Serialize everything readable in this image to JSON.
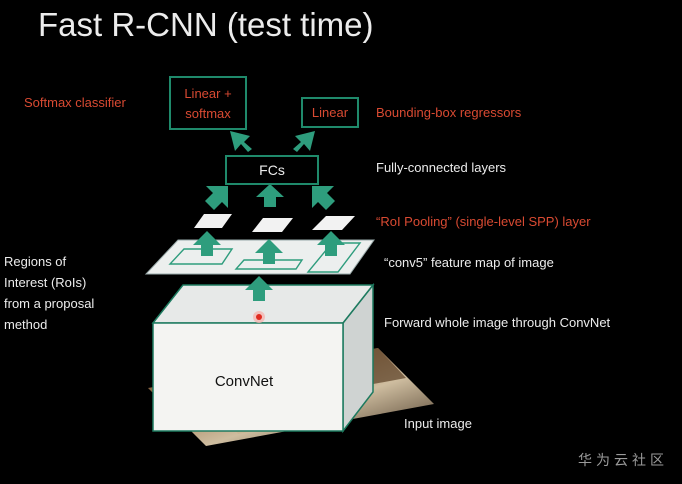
{
  "slide": {
    "title": "Fast R-CNN (test time)",
    "watermark": "华为云社区"
  },
  "diagram": {
    "nodes": {
      "linear_softmax": [
        "Linear +",
        "softmax"
      ],
      "linear": "Linear",
      "fcs": "FCs",
      "convnet": "ConvNet"
    },
    "labels": {
      "softmax_classifier": "Softmax classifier",
      "bbox_regressors": "Bounding-box regressors",
      "fc_layers": "Fully-connected layers",
      "roi_pooling": "“RoI Pooling” (single-level SPP) layer",
      "conv5": "“conv5” feature map of image",
      "regions": [
        "Regions of",
        "Interest (RoIs)",
        "from a proposal",
        "method"
      ],
      "forward": "Forward whole image through ConvNet",
      "input": "Input image"
    }
  },
  "colors": {
    "background": "#000000",
    "text": "#ececec",
    "accent_red": "#d94a32",
    "box_border": "#1f8a6b",
    "arrow": "#2e9d7d",
    "cube_front": "#f4f4f2",
    "cube_top": "#e7e9e8",
    "cube_side": "#cfd3d2",
    "cube_edge": "#1d7a5f",
    "feature_map": "#ecefee",
    "pooled": "#f2f2f2",
    "input_photo": "#8a6a47",
    "watermark": "#9a9a9a"
  }
}
